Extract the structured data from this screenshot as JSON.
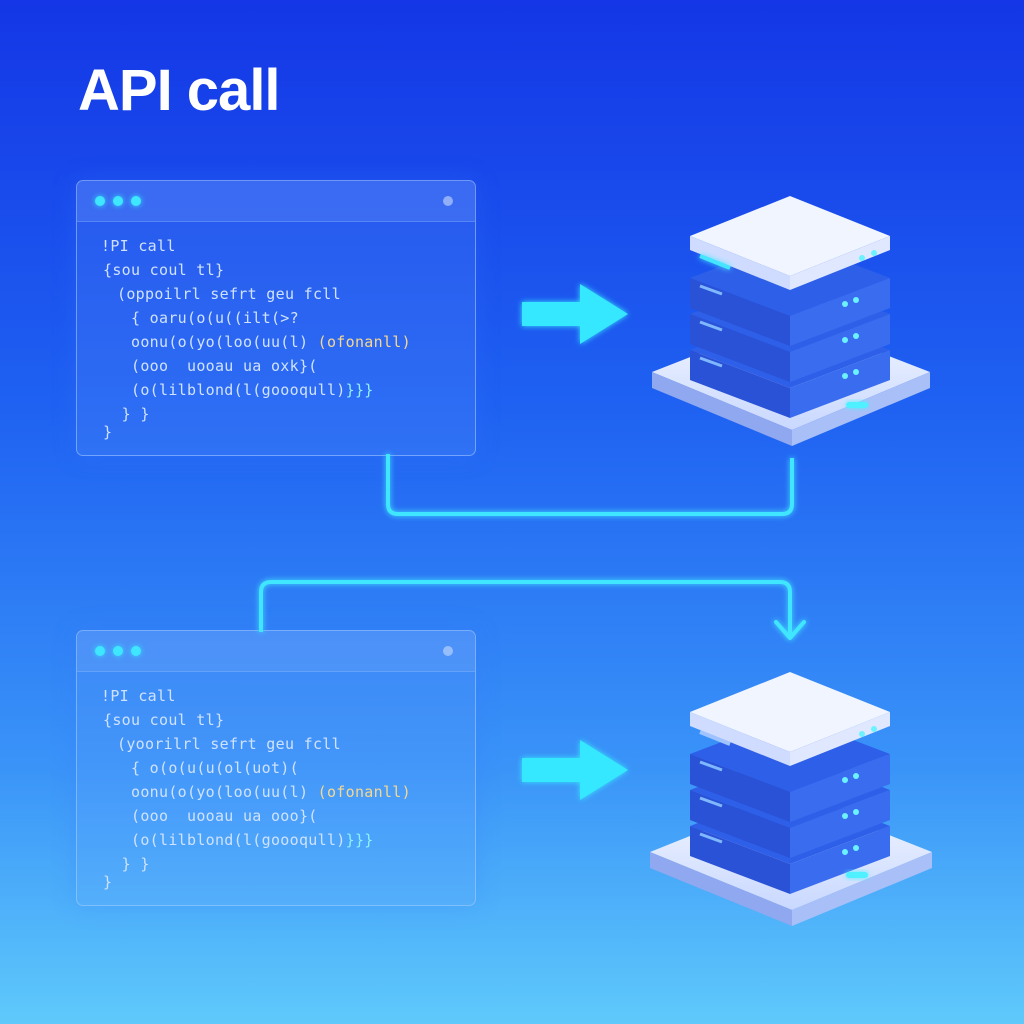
{
  "title": "API call",
  "colors": {
    "accent": "#35e6ff",
    "background_top": "#1436e6",
    "background_bottom": "#5fc9fb",
    "server_top": "#eef3ff",
    "server_body": "#3568ee"
  },
  "windows": [
    {
      "code_lines": [
        {
          "indent": 0,
          "text": "!PI call",
          "highlight": ""
        },
        {
          "indent": 0,
          "text": "{sou coul tl}",
          "highlight": ""
        },
        {
          "indent": 1,
          "text": "(oppoilrl sefrt geu fcll",
          "highlight": ""
        },
        {
          "indent": 2,
          "text": "{ oaru(o(u((ilt(>?",
          "highlight": ""
        },
        {
          "indent": 2,
          "text": "oonu(o(yo(loo(uu(l)",
          "highlight": "(ofonanll)"
        },
        {
          "indent": 2,
          "text": "(ooo  uooau ua oxk}(",
          "highlight": ""
        },
        {
          "indent": 2,
          "text": "(o(lilblond(l(goooqull)",
          "highlight": "}}}"
        },
        {
          "indent": 0,
          "text": "  } }",
          "highlight": ""
        },
        {
          "indent": 0,
          "text": "}",
          "highlight": ""
        }
      ]
    },
    {
      "code_lines": [
        {
          "indent": 0,
          "text": "!PI call",
          "highlight": ""
        },
        {
          "indent": 0,
          "text": "{sou coul tl}",
          "highlight": ""
        },
        {
          "indent": 1,
          "text": "(yoorilrl sefrt geu fcll",
          "highlight": ""
        },
        {
          "indent": 2,
          "text": "{ o(o(u(u(ol(uot)(",
          "highlight": ""
        },
        {
          "indent": 2,
          "text": "oonu(o(yo(loo(uu(l)",
          "highlight": "(ofonanll)"
        },
        {
          "indent": 2,
          "text": "(ooo  uooau ua ooo}(",
          "highlight": ""
        },
        {
          "indent": 2,
          "text": "(o(lilblond(l(goooqull)",
          "highlight": "}}}"
        },
        {
          "indent": 0,
          "text": "  } }",
          "highlight": ""
        },
        {
          "indent": 0,
          "text": "}",
          "highlight": ""
        }
      ]
    }
  ]
}
